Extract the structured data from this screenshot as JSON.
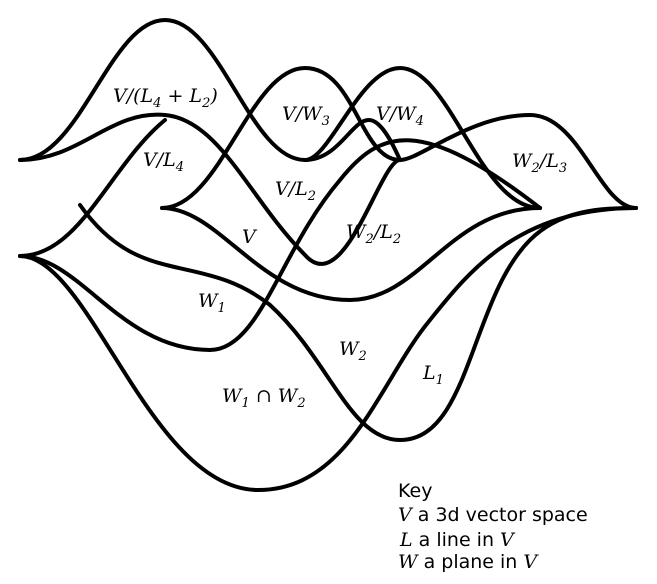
{
  "diagram": {
    "labels": {
      "v_mod_l4_plus_l2": {
        "main": "V/(L",
        "sub1": "4",
        "mid": " + L",
        "sub2": "2",
        "end": ")"
      },
      "v_mod_w3": {
        "main": "V/W",
        "sub": "3"
      },
      "v_mod_w4": {
        "main": "V/W",
        "sub": "4"
      },
      "v_mod_l4": {
        "main": "V/L",
        "sub": "4"
      },
      "v_mod_l2": {
        "main": "V/L",
        "sub": "2"
      },
      "w2_mod_l3": {
        "main": "W",
        "sub1": "2",
        "mid": "/L",
        "sub2": "3"
      },
      "v": {
        "main": "V"
      },
      "w2_mod_l2": {
        "main": "W",
        "sub1": "2",
        "mid": "/L",
        "sub2": "2"
      },
      "w1": {
        "main": "W",
        "sub": "1"
      },
      "w2": {
        "main": "W",
        "sub": "2"
      },
      "l1": {
        "main": "L",
        "sub": "1"
      },
      "w1_cap_w2": {
        "main": "W",
        "sub1": "1",
        "mid": " ∩ W",
        "sub2": "2"
      }
    }
  },
  "key": {
    "title": "Key",
    "line1_sym": "V",
    "line1_text": " a 3d vector space",
    "line2_sym": "L",
    "line2_text": " a line in ",
    "line2_sym2": "V",
    "line3_sym": "W",
    "line3_text": " a plane in ",
    "line3_sym2": "V"
  }
}
